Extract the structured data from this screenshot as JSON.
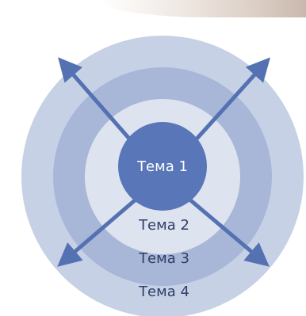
{
  "diagram": {
    "topics": [
      {
        "label": "Тема 1"
      },
      {
        "label": "Тема 2"
      },
      {
        "label": "Тема 3"
      },
      {
        "label": "Тема 4"
      }
    ],
    "arrow_directions": [
      "up-left",
      "up-right",
      "down-left",
      "down-right"
    ],
    "colors": {
      "ring4": "#c7d1e6",
      "ring3": "#a8b7d8",
      "ring2": "#dde3ef",
      "center": "#5876b8",
      "arrow": "#5471b2",
      "label_light": "#ffffff",
      "label_dark": "#2d3f66"
    }
  }
}
